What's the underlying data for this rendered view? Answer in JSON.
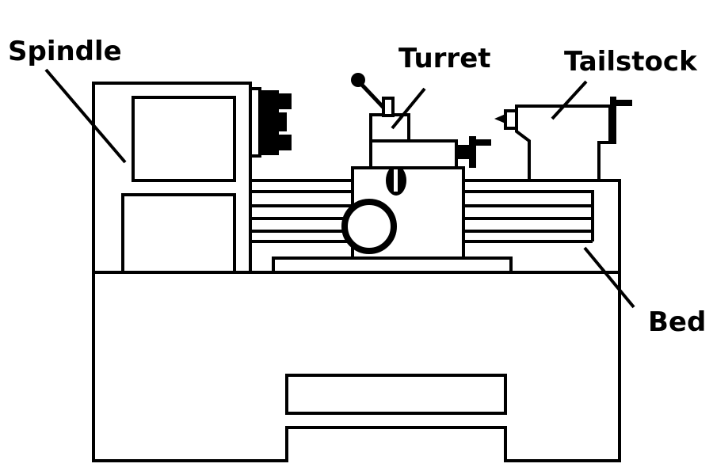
{
  "labels": {
    "spindle": "Spindle",
    "turret": "Turret",
    "tailstock": "Tailstock",
    "bed": "Bed"
  },
  "colors": {
    "line": "#000000",
    "background": "#ffffff"
  }
}
